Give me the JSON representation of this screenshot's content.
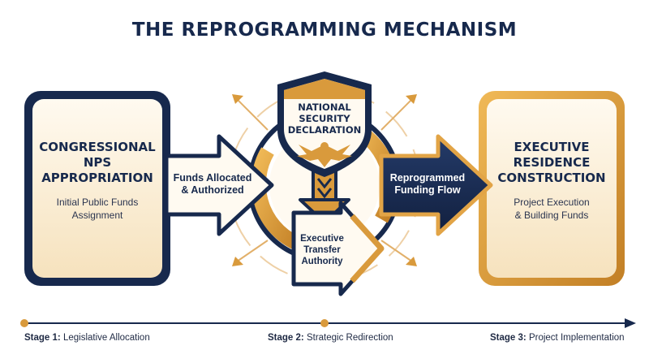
{
  "title": "THE REPROGRAMMING MECHANISM",
  "colors": {
    "navy": "#17294d",
    "gold": "#d99a3c",
    "cream": "#fbefd6"
  },
  "left_box": {
    "title_lines": [
      "CONGRESSIONAL",
      "NPS",
      "APPROPRIATION"
    ],
    "desc_lines": [
      "Initial Public Funds",
      "Assignment"
    ]
  },
  "right_box": {
    "title_lines": [
      "EXECUTIVE",
      "RESIDENCE",
      "CONSTRUCTION"
    ],
    "desc_lines": [
      "Project Execution",
      "& Building Funds"
    ]
  },
  "arrow_left": {
    "lines": [
      "Funds Allocated",
      "& Authorized"
    ]
  },
  "arrow_right": {
    "lines": [
      "Reprogrammed",
      "Funding Flow"
    ]
  },
  "shield": {
    "lines": [
      "NATIONAL",
      "SECURITY",
      "DECLARATION"
    ],
    "emblem": "eagle-icon"
  },
  "transfer": {
    "lines": [
      "Executive",
      "Transfer",
      "Authority"
    ]
  },
  "timeline": {
    "stages": [
      {
        "label": "Stage 1:",
        "text": "Legislative Allocation"
      },
      {
        "label": "Stage 2:",
        "text": "Strategic Redirection"
      },
      {
        "label": "Stage 3:",
        "text": "Project Implementation"
      }
    ]
  }
}
